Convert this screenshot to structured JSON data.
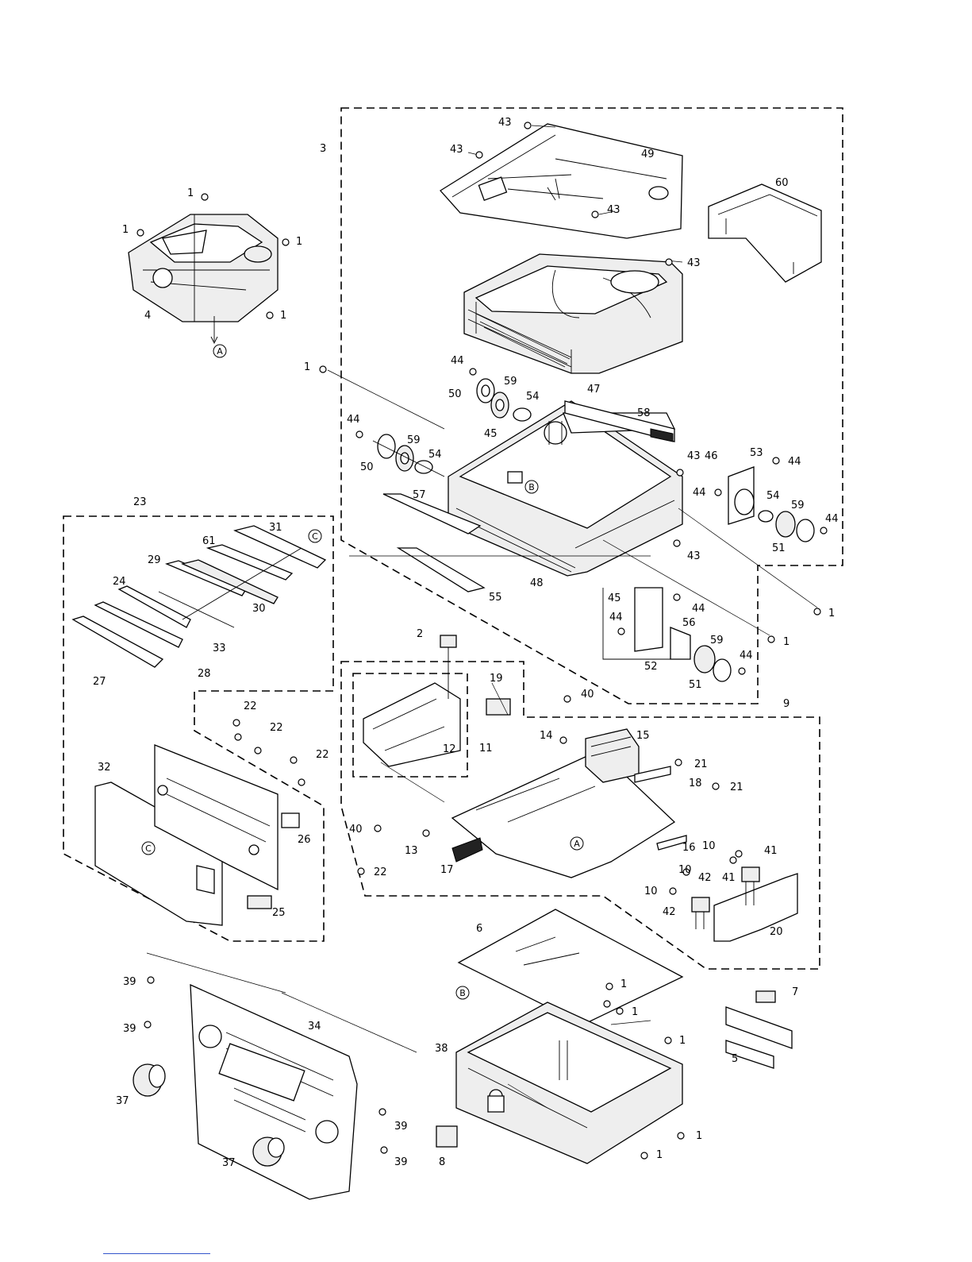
{
  "groups": [
    {
      "id": "3"
    },
    {
      "id": "23"
    },
    {
      "id": "9"
    },
    {
      "id": "11"
    }
  ],
  "refs": {
    "A": "A",
    "B": "B",
    "C": "C"
  },
  "callouts": [
    "43",
    "43",
    "49",
    "43",
    "60",
    "43",
    "3",
    "1",
    "1",
    "1",
    "4",
    "1",
    "A",
    "44",
    "59",
    "50",
    "54",
    "47",
    "58",
    "1",
    "44",
    "45",
    "59",
    "50",
    "54",
    "B",
    "57",
    "43",
    "46",
    "53",
    "44",
    "44",
    "54",
    "59",
    "44",
    "51",
    "43",
    "48",
    "55",
    "45",
    "44",
    "44",
    "56",
    "1",
    "1",
    "59",
    "44",
    "52",
    "51",
    "23",
    "31",
    "C",
    "61",
    "29",
    "24",
    "30",
    "33",
    "28",
    "27",
    "2",
    "19",
    "40",
    "9",
    "14",
    "15",
    "21",
    "11",
    "12",
    "18",
    "21",
    "22",
    "22",
    "22",
    "32",
    "26",
    "C",
    "40",
    "13",
    "17",
    "16",
    "10",
    "41",
    "41",
    "22",
    "25",
    "A",
    "10",
    "42",
    "10",
    "42",
    "20",
    "6",
    "7",
    "39",
    "34",
    "B",
    "1",
    "1",
    "39",
    "1",
    "5",
    "38",
    "37",
    "39",
    "1",
    "37",
    "39",
    "8",
    "1"
  ]
}
